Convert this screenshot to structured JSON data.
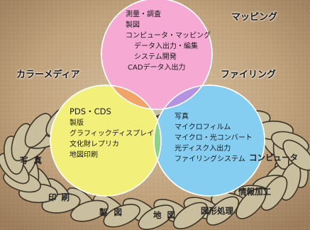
{
  "circles": {
    "top": {
      "title": "マッピング",
      "items": [
        "測量・調査",
        "製図",
        "コンピュータ・マッピング",
        "データ入出力・編集",
        "システム開発",
        "CADデータ入出力"
      ],
      "color": "#f5a9d3"
    },
    "left": {
      "title": "カラーメディア",
      "items": [
        "PDS・CDS",
        "製版",
        "グラフィックディスプレイ",
        "文化財レプリカ",
        "地図印刷"
      ],
      "color": "#f2ef7a"
    },
    "right": {
      "title": "ファイリング",
      "items": [
        "写真",
        "マイクロフィルム",
        "マイクロ・光コンバート",
        "光ディスク入出力",
        "ファイリングシステム"
      ],
      "color": "#86cdf2"
    }
  },
  "braid": {
    "segments": [
      "写真",
      "印刷",
      "製図",
      "地図",
      "図形処理",
      "情報加工",
      "コンピュータ"
    ],
    "color": "#c9bf9f"
  }
}
